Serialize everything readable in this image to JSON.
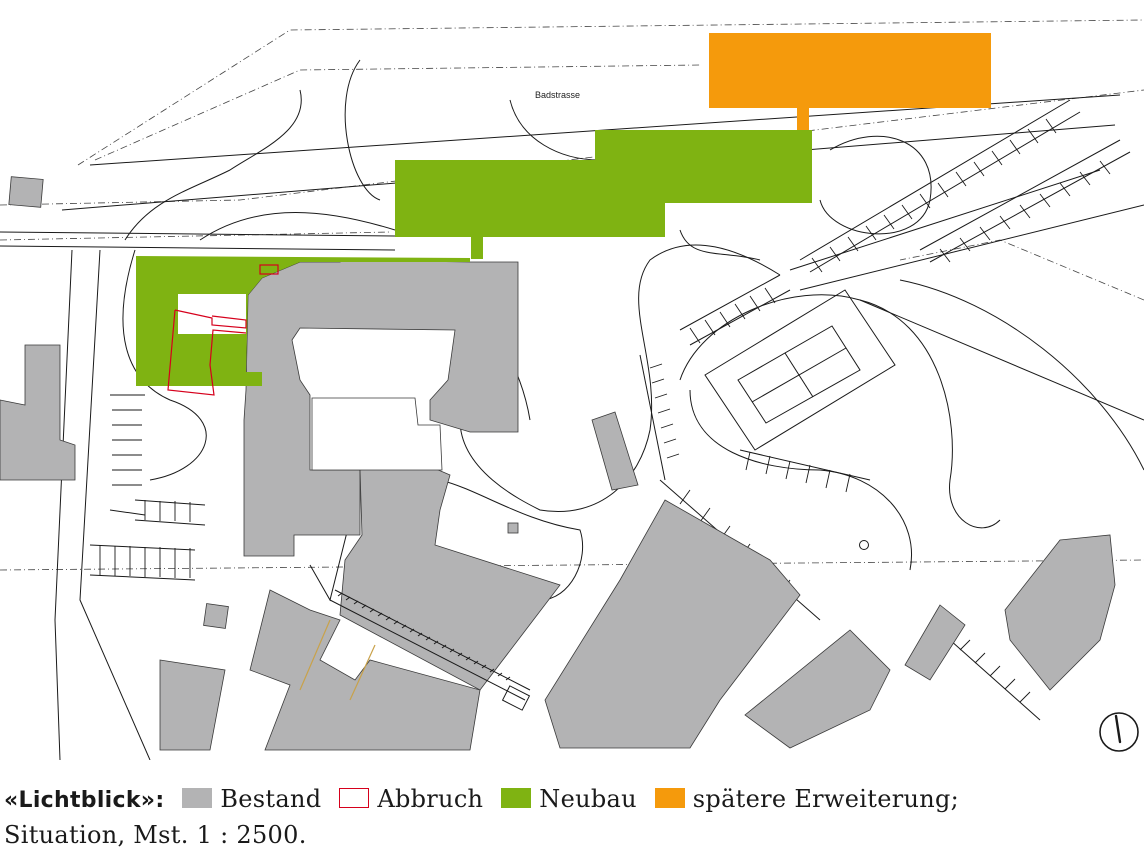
{
  "map": {
    "street_label": "Badstrasse"
  },
  "caption": {
    "title": "«Lichtblick»",
    "separator": ":",
    "scale_text": "Situation, Mst. 1 : 2500."
  },
  "legend": [
    {
      "label": "Bestand",
      "color": "#b3b3b4",
      "style": "filled"
    },
    {
      "label": "Abbruch",
      "color": "#d6001c",
      "style": "outline"
    },
    {
      "label": "Neubau",
      "color": "#7fb312",
      "style": "filled"
    },
    {
      "label": "spätere Erweiterung;",
      "color": "#f59a0c",
      "style": "filled"
    }
  ],
  "colors": {
    "existing": "#b3b3b4",
    "demolition": "#d6001c",
    "new_build": "#7fb312",
    "extension": "#f59a0c",
    "linework": "#1a1a1a",
    "path_accent": "#c9a24a"
  },
  "icons": {
    "north": "north-arrow-icon"
  }
}
